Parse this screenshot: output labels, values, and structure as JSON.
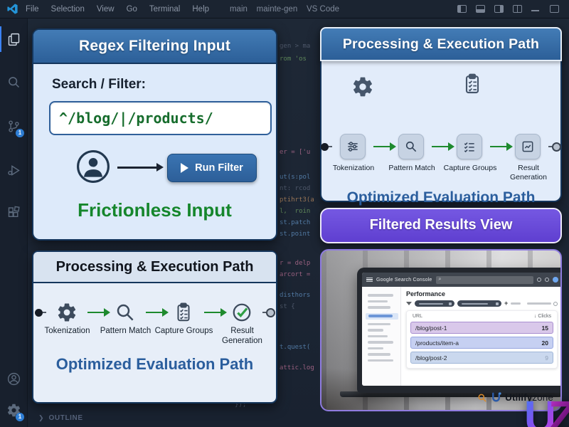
{
  "colors": {
    "header_blue": "#2c5f98",
    "panel_light_blue": "#ddeafa",
    "dark_navy_border": "#15365c",
    "pipeline_green": "#1e8a2e",
    "regex_green": "#176d2d",
    "caption_green": "#15862c",
    "caption_blue": "#2b5e9d",
    "banner_purple": "#5f3fd0",
    "row_purple": "#d9c8ea",
    "row_blue": "#c6d0f2",
    "row_light_blue": "#cad8ee",
    "uz_gradient_start": "#3f7df5",
    "uz_gradient_end": "#c93bdc"
  },
  "titlebar": {
    "menus": [
      "File",
      "Selection",
      "View",
      "Go",
      "Terminal",
      "Help"
    ],
    "title": "main    mainte-gen    VS Code"
  },
  "activity": {
    "scm_badge": "1",
    "gear_badge": "1"
  },
  "explorer": {
    "outline": "OUTLINE"
  },
  "code": {
    "breadcrumb": "gen > ma",
    "lines": [
      "rom 'os",
      "er = ['u",
      "ut(s:pol",
      "nt: rcod",
      "ptihrt3(a",
      "l,  roin",
      "st.patch",
      "st.point",
      "r = delp",
      "arcort =",
      "disthors",
      "st {",
      "t.quest(",
      "attic.log"
    ],
    "closing": "});"
  },
  "card_regex": {
    "title": "Regex Filtering Input",
    "field_label": "Search / Filter:",
    "pattern": "^/blog/|/products/",
    "run_button": "Run Filter",
    "caption": "Frictionless Input"
  },
  "pipeline": {
    "steps": [
      "Tokenization",
      "Pattern Match",
      "Capture Groups",
      "Result Generation"
    ]
  },
  "card_exec_top": {
    "title": "Processing & Execution Path",
    "caption": "Optimized Evaluation Path"
  },
  "card_exec_bottom": {
    "title": "Processing & Execution Path",
    "caption": "Optimized Evaluation Path"
  },
  "banner": {
    "title": "Filtered Results View"
  },
  "results": {
    "app_title": "Google Search Console",
    "page_title": "Performance",
    "add_filter": "+",
    "columns": {
      "url": "URL",
      "clicks": "↓ Clicks"
    },
    "rows": [
      {
        "url": "/blog/post-1",
        "clicks": "15"
      },
      {
        "url": "/products/item-a",
        "clicks": "20"
      },
      {
        "url": "/blog/post-2",
        "clicks": "9"
      }
    ],
    "watermark": {
      "brand_bold": "Utilify",
      "brand_light": "zone"
    }
  },
  "corner_logo": {
    "u": "U",
    "z": "Z"
  }
}
